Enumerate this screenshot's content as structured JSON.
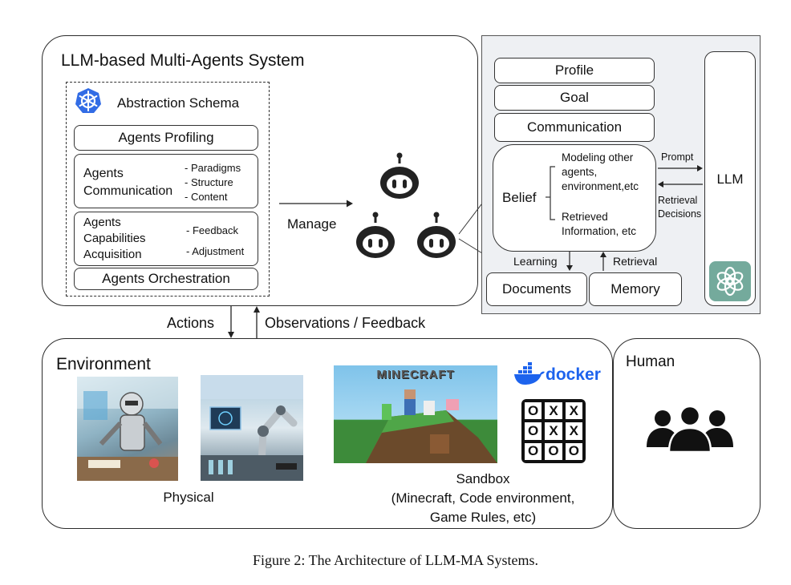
{
  "mas": {
    "title": "LLM-based Multi-Agents System",
    "schema": {
      "title": "Abstraction Schema",
      "logo_icon": "kubernetes-wheel-icon",
      "profiling": "Agents Profiling",
      "communication": {
        "name": "Agents\nCommunication",
        "items": [
          "- Paradigms",
          "- Structure",
          "- Content"
        ]
      },
      "capabilities": {
        "name": "Agents\nCapabilities\nAcquisition",
        "items": [
          "- Feedback",
          "- Adjustment"
        ]
      },
      "orchestration": "Agents Orchestration"
    },
    "manage_label": "Manage",
    "agent_icon": "robot-head-icon"
  },
  "agent_detail": {
    "profile": "Profile",
    "goal": "Goal",
    "communication": "Communication",
    "belief": {
      "label": "Belief",
      "modeling": "Modeling other\nagents,\nenvironment,etc",
      "retrieved": "Retrieved\nInformation, etc"
    },
    "prompt_label": "Prompt",
    "retrieval_decisions_label": "Retrieval\nDecisions",
    "llm_label": "LLM",
    "llm_icon": "openai-logo-icon",
    "learning_label": "Learning",
    "retrieval_label": "Retrieval",
    "documents": "Documents",
    "memory": "Memory"
  },
  "arrows": {
    "actions": "Actions",
    "observations": "Observations / Feedback"
  },
  "environment": {
    "title": "Environment",
    "physical_label": "Physical",
    "physical_images": [
      "robot-lab-photo",
      "robot-arm-lab-photo"
    ],
    "minecraft_logo_text": "MINECRAFT",
    "docker_text": "docker",
    "docker_icon": "docker-whale-icon",
    "tictactoe_grid": [
      [
        "O",
        "X",
        "X"
      ],
      [
        "O",
        "X",
        "X"
      ],
      [
        "O",
        "O",
        "O"
      ]
    ],
    "sandbox_label": "Sandbox\n(Minecraft, Code environment,\nGame Rules, etc)"
  },
  "human": {
    "title": "Human",
    "icon": "people-group-icon"
  },
  "caption": "Figure 2: The Architecture of LLM-MA Systems."
}
